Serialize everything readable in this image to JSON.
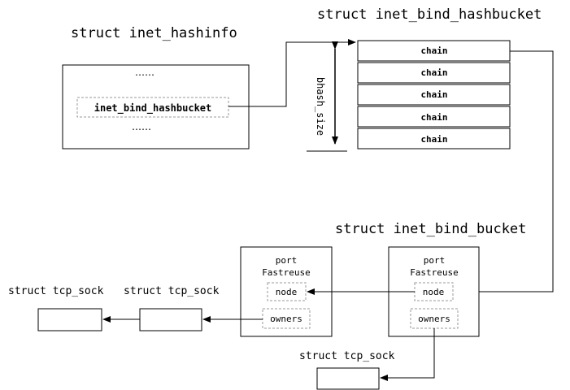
{
  "hashinfo": {
    "title": "struct inet_hashinfo",
    "dots_top": "……",
    "field": "inet_bind_hashbucket",
    "dots_bottom": "……"
  },
  "hashbucket": {
    "title": "struct inet_bind_hashbucket",
    "chains": [
      "chain",
      "chain",
      "chain",
      "chain",
      "chain"
    ],
    "size_label": "bhash_size"
  },
  "bind_bucket": {
    "title": "struct inet_bind_bucket",
    "port": "port",
    "fastreuse": "Fastreuse",
    "node": "node",
    "owners": "owners"
  },
  "bind_bucket_2": {
    "port": "port",
    "fastreuse": "Fastreuse",
    "node": "node",
    "owners": "owners"
  },
  "tcp_socks": [
    {
      "label": "struct tcp_sock"
    },
    {
      "label": "struct tcp_sock"
    },
    {
      "label": "struct tcp_sock"
    }
  ]
}
